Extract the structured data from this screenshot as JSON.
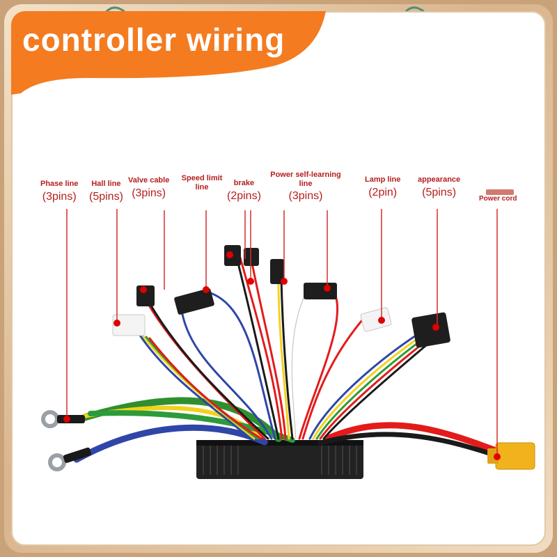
{
  "title": "controller wiring",
  "labels": [
    {
      "key": "phase",
      "text": "Phase line",
      "pins": "(3pins)"
    },
    {
      "key": "hall",
      "text": "Hall line",
      "pins": "(5pins)"
    },
    {
      "key": "valve",
      "text": "Valve cable",
      "pins": "(3pins)"
    },
    {
      "key": "speed",
      "text": "Speed limit line",
      "pins": ""
    },
    {
      "key": "brake",
      "text": "brake",
      "pins": "(2pins)"
    },
    {
      "key": "power",
      "text": "Power self-learning line",
      "pins": "(3pins)"
    },
    {
      "key": "lamp",
      "text": "Lamp line",
      "pins": "(2pin)"
    },
    {
      "key": "appearance",
      "text": "appearance",
      "pins": "(5pins)"
    },
    {
      "key": "powercord",
      "text": "Power cord",
      "pins": ""
    }
  ],
  "colors": {
    "banner": "#f47b20",
    "label": "#b41e1e",
    "leader": "#d32f2f",
    "marker": "#e00000",
    "frame": "#d9b48c"
  },
  "icons": [
    "cloud-ornament-icon",
    "ring-terminal-icon",
    "xt60-plug-icon",
    "molex-connector-icon"
  ]
}
